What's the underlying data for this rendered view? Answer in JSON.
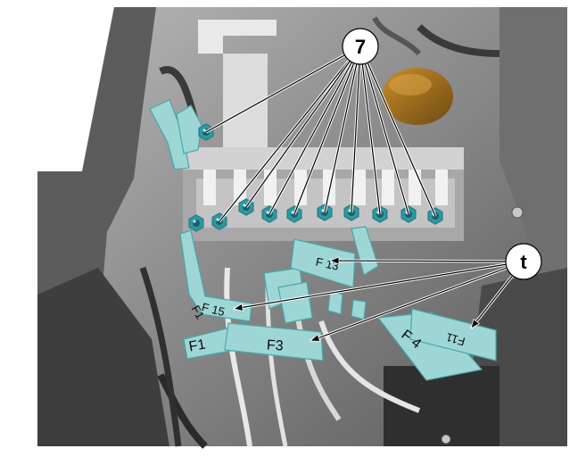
{
  "colors": {
    "tag": "#9ed6d6",
    "tag_edge": "#4aa7aa",
    "tag_dark": "#2f7f86",
    "bolt": "#2a9aa3",
    "background_dark": "#3a3a3a",
    "background_mid": "#6e6e6e",
    "background_light": "#b5b5b5",
    "relay": "#9a6a1a"
  },
  "callouts": {
    "nuts": {
      "label": "7"
    },
    "labels": {
      "label": "t"
    }
  },
  "fuse_tags": {
    "f15": "F 15",
    "f1": "F1",
    "f3": "F3",
    "f4": "F 4",
    "f11": "F11",
    "f13": "F 13",
    "f1_partial": "F1"
  },
  "icons": {
    "nut": "hex-nut-icon",
    "callout": "callout-circle-icon"
  }
}
